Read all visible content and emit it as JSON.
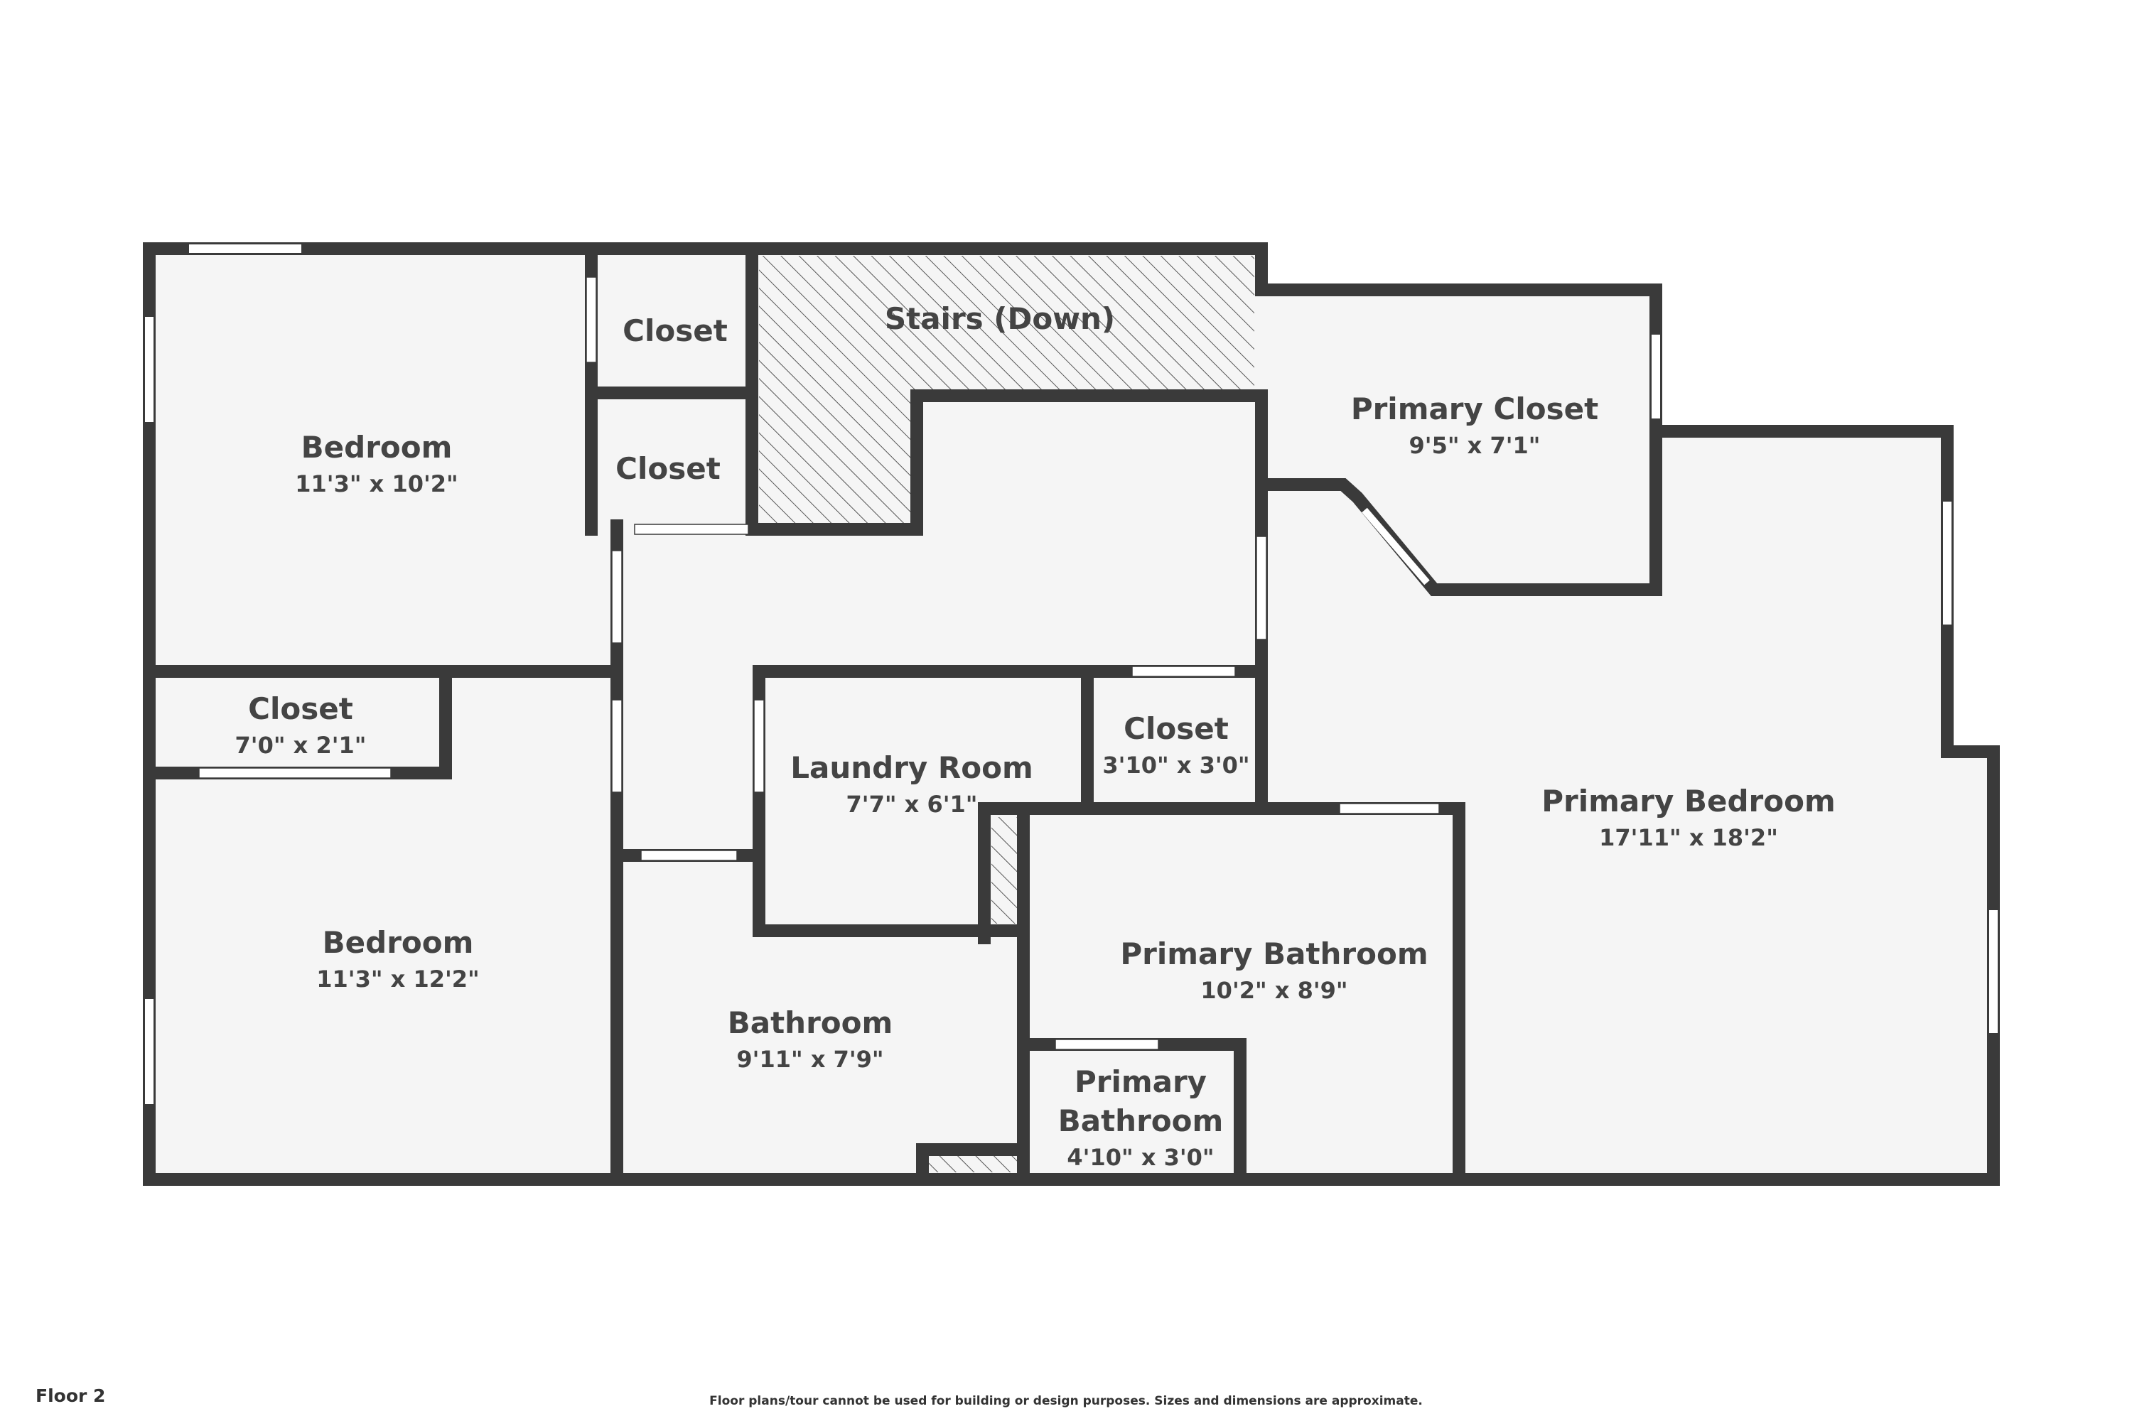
{
  "floor_label": "Floor 2",
  "disclaimer": "Floor plans/tour cannot be used for building or design purposes. Sizes and dimensions are approximate.",
  "rooms": {
    "bedroom_1": {
      "name": "Bedroom",
      "dims": "11'3\" x 10'2\""
    },
    "closet_1": {
      "name": "Closet"
    },
    "closet_2": {
      "name": "Closet"
    },
    "stairs": {
      "name": "Stairs (Down)"
    },
    "primary_closet": {
      "name": "Primary Closet",
      "dims": "9'5\" x 7'1\""
    },
    "closet_3": {
      "name": "Closet",
      "dims": "7'0\" x 2'1\""
    },
    "laundry": {
      "name": "Laundry Room",
      "dims": "7'7\" x 6'1\""
    },
    "closet_4": {
      "name": "Closet",
      "dims": "3'10\" x 3'0\""
    },
    "primary_bedroom": {
      "name": "Primary Bedroom",
      "dims": "17'11\" x 18'2\""
    },
    "bedroom_2": {
      "name": "Bedroom",
      "dims": "11'3\" x 12'2\""
    },
    "primary_bathroom": {
      "name": "Primary Bathroom",
      "dims": "10'2\" x 8'9\""
    },
    "bathroom": {
      "name": "Bathroom",
      "dims": "9'11\" x 7'9\""
    },
    "primary_bathroom_small": {
      "name_line1": "Primary",
      "name_line2": "Bathroom",
      "dims": "4'10\" x 3'0\""
    }
  },
  "colors": {
    "wall": "#3a3a3a",
    "floor": "#f5f5f5",
    "hatch": "#555555"
  }
}
